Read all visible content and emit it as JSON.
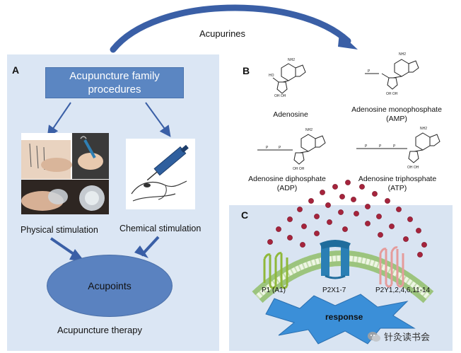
{
  "top_arrow_label": "Acupurines",
  "panel_a": {
    "letter": "A",
    "title": "Acupuncture family procedures",
    "physical_label": "Physical stimulation",
    "chemical_label": "Chemical stimulation",
    "acupoints_label": "Acupoints",
    "therapy_label": "Acupuncture therapy"
  },
  "panel_b": {
    "letter": "B",
    "molecules": [
      {
        "name": "Adenosine"
      },
      {
        "name": "Adenosine monophosphate",
        "abbr": "(AMP)"
      },
      {
        "name": "Adenosine diphosphate",
        "abbr": "(ADP)"
      },
      {
        "name": "Adenosine triphosphate",
        "abbr": "(ATP)"
      }
    ]
  },
  "panel_c": {
    "letter": "C",
    "receptors": [
      "P1 (A1)",
      "P2X1-7",
      "P2Y1,2,4,6,11-14"
    ],
    "response_label": "response"
  },
  "watermark": "针灸读书会",
  "colors": {
    "panel_bg": "#dbe6f4",
    "title_box": "#5b86c2",
    "arrow": "#3a5fa6",
    "ellipse": "#5a82c0",
    "dots": "#a5243c",
    "receptor_green": "#b7d65a",
    "receptor_blue": "#2a7fb4",
    "receptor_pink": "#e8a0a0",
    "membrane": "#c9e0b0"
  }
}
